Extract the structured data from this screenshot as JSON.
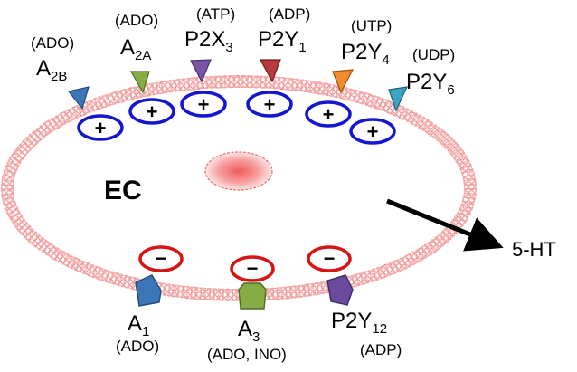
{
  "cell": {
    "label": "EC"
  },
  "output": {
    "label": "5-HT"
  },
  "signs": {
    "plus": "+",
    "minus": "−"
  },
  "receptors_top": [
    {
      "id": "a2b",
      "ligand": "(ADO)",
      "base": "A",
      "sub": "2B",
      "color": "#3d76b8"
    },
    {
      "id": "a2a",
      "ligand": "(ADO)",
      "base": "A",
      "sub": "2A",
      "color": "#86ad45"
    },
    {
      "id": "p2x3",
      "ligand": "(ATP)",
      "base": "P2X",
      "sub": "3",
      "color": "#7a55a3"
    },
    {
      "id": "p2y1",
      "ligand": "(ADP)",
      "base": "P2Y",
      "sub": "1",
      "color": "#b83a3a"
    },
    {
      "id": "p2y4",
      "ligand": "(UTP)",
      "base": "P2Y",
      "sub": "4",
      "color": "#ee8c2e"
    },
    {
      "id": "p2y6",
      "ligand": "(UDP)",
      "base": "P2Y",
      "sub": "6",
      "color": "#3aa3c0"
    }
  ],
  "receptors_bottom": [
    {
      "id": "a1",
      "base": "A",
      "sub": "1",
      "ligand": "(ADO)",
      "color": "#3d76b8"
    },
    {
      "id": "a3",
      "base": "A",
      "sub": "3",
      "ligand": "(ADO, INO)",
      "color": "#86ad45"
    },
    {
      "id": "p2y12",
      "base": "P2Y",
      "sub": "12",
      "ligand": "(ADP)",
      "color": "#6a4a9c"
    }
  ],
  "colors": {
    "membrane": "#f08a8a",
    "positive": "#1515d0",
    "negative": "#d61414",
    "arrow": "#000000"
  }
}
